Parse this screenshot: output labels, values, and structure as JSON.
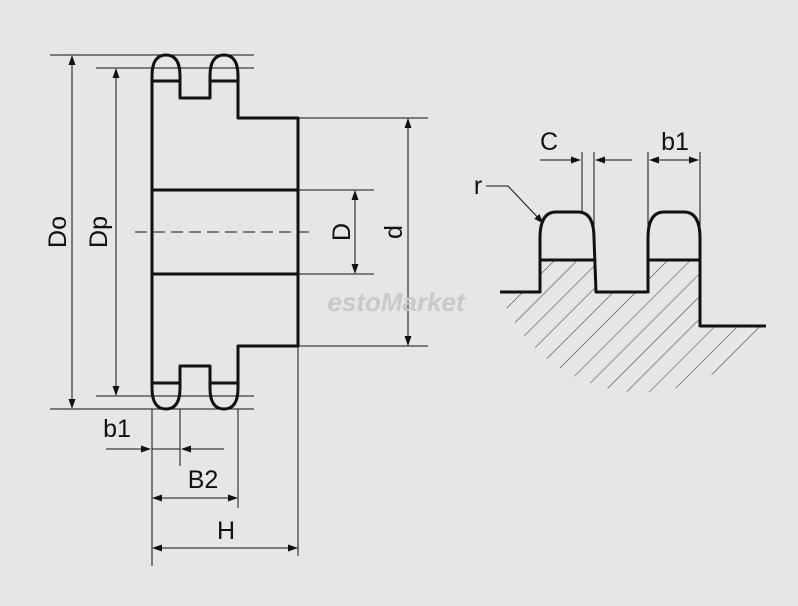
{
  "labels": {
    "Do": "Do",
    "Dp": "Dp",
    "D": "D",
    "d": "d",
    "b1_left": "b1",
    "B2": "B2",
    "H": "H",
    "C": "C",
    "b1_right": "b1",
    "r": "r"
  },
  "watermark": "estoMarket",
  "colors": {
    "background": "#e6e6e7",
    "line": "#111111"
  }
}
